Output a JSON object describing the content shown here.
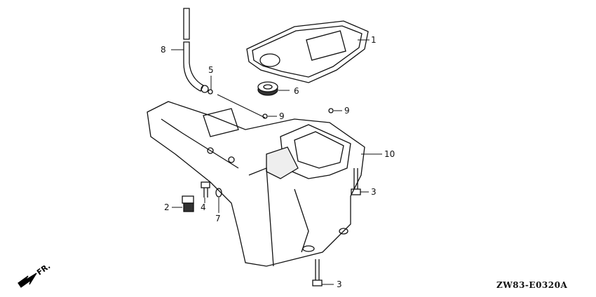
{
  "diagram": {
    "code": "ZW83-E0320A",
    "direction_label": "FR.",
    "callouts": [
      {
        "id": "callout-1",
        "label": "1"
      },
      {
        "id": "callout-8",
        "label": "8"
      },
      {
        "id": "callout-5",
        "label": "5"
      },
      {
        "id": "callout-6",
        "label": "6"
      },
      {
        "id": "callout-9a",
        "label": "9"
      },
      {
        "id": "callout-9b",
        "label": "9"
      },
      {
        "id": "callout-10",
        "label": "10"
      },
      {
        "id": "callout-3a",
        "label": "3"
      },
      {
        "id": "callout-2",
        "label": "2"
      },
      {
        "id": "callout-4",
        "label": "4"
      },
      {
        "id": "callout-7",
        "label": "7"
      },
      {
        "id": "callout-3b",
        "label": "3"
      }
    ]
  }
}
